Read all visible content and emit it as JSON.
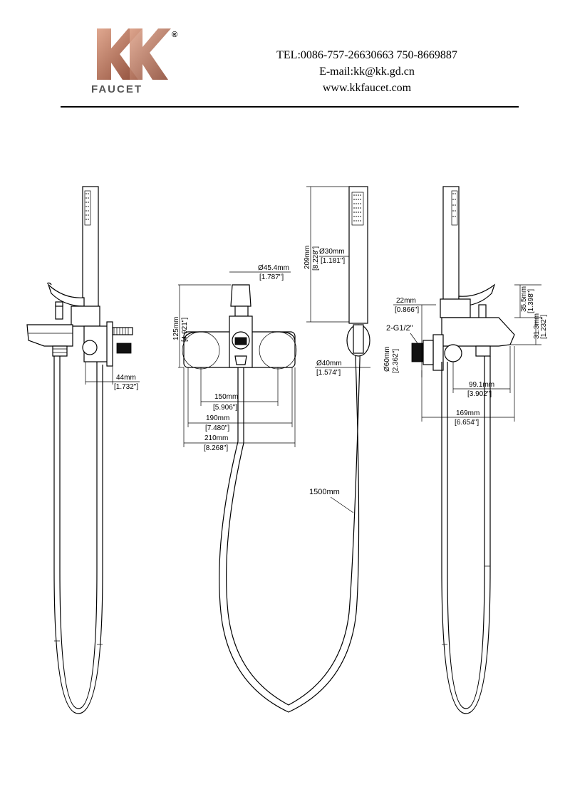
{
  "brand": {
    "logo_letters": "KK",
    "name": "FAUCET",
    "registered_mark": "®",
    "colors": {
      "copper_light": "#d79a84",
      "copper_dark": "#8c4a36",
      "name_gray": "#555555"
    }
  },
  "contact": {
    "tel": "TEL:0086-757-26630663 750-8669887",
    "email": "E-mail:kk@kk.gd.cn",
    "web": "www.kkfaucet.com"
  },
  "dimensions": {
    "side_left": {
      "mm": "44mm",
      "inch": "[1.732\"]"
    },
    "front_spout": {
      "mm": "Ø45.4mm",
      "inch": "[1.787\"]"
    },
    "front_height": {
      "mm": "125mm",
      "inch": "[4.921\"]"
    },
    "front_150": {
      "mm": "150mm",
      "inch": "[5.906\"]"
    },
    "front_190": {
      "mm": "190mm",
      "inch": "[7.480\"]"
    },
    "front_210": {
      "mm": "210mm",
      "inch": "[8.268\"]"
    },
    "handshower_length": {
      "mm": "209mm",
      "inch": "[8.228\"]"
    },
    "handshower_dia": {
      "mm": "Ø30mm",
      "inch": "[1.181\"]"
    },
    "holder_dia": {
      "mm": "Ø40mm",
      "inch": "[1.574\"]"
    },
    "hose_length": "1500mm",
    "side_right_22": {
      "mm": "22mm",
      "inch": "[0.866\"]"
    },
    "side_right_thread": "2-G1/2\"",
    "side_right_60": {
      "mm": "Ø60mm",
      "inch": "[2.362\"]"
    },
    "side_right_35": {
      "mm": "35.5mm",
      "inch": "[1.398\"]"
    },
    "side_right_31": {
      "mm": "31.3mm",
      "inch": "[1.232\"]"
    },
    "side_right_99": {
      "mm": "99.1mm",
      "inch": "[3.902\"]"
    },
    "side_right_169": {
      "mm": "169mm",
      "inch": "[6.654\"]"
    }
  }
}
